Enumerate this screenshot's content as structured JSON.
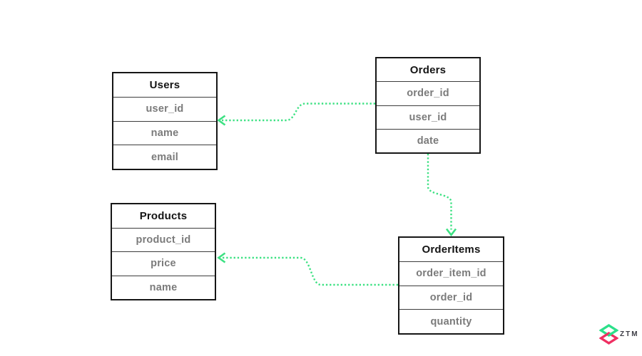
{
  "diagram": {
    "tables": [
      {
        "name": "Users",
        "fields": [
          "user_id",
          "name",
          "email"
        ]
      },
      {
        "name": "Orders",
        "fields": [
          "order_id",
          "user_id",
          "date"
        ]
      },
      {
        "name": "Products",
        "fields": [
          "product_id",
          "price",
          "name"
        ]
      },
      {
        "name": "OrderItems",
        "fields": [
          "order_item_id",
          "order_id",
          "quantity"
        ]
      }
    ],
    "relations": [
      {
        "from": "Orders",
        "to": "Users",
        "style": "dotted-arrow"
      },
      {
        "from": "Orders",
        "to": "OrderItems",
        "style": "dotted-arrow"
      },
      {
        "from": "OrderItems",
        "to": "Products",
        "style": "dotted-arrow"
      }
    ]
  },
  "branding": {
    "logo_text": "ZTM"
  },
  "colors": {
    "connector_green": "#3ce182",
    "logo_green": "#2ce08a",
    "logo_pink": "#ef2f62",
    "table_border": "#161616",
    "header_text": "#141414",
    "field_text": "#7b7b7b",
    "background": "#ffffff"
  }
}
